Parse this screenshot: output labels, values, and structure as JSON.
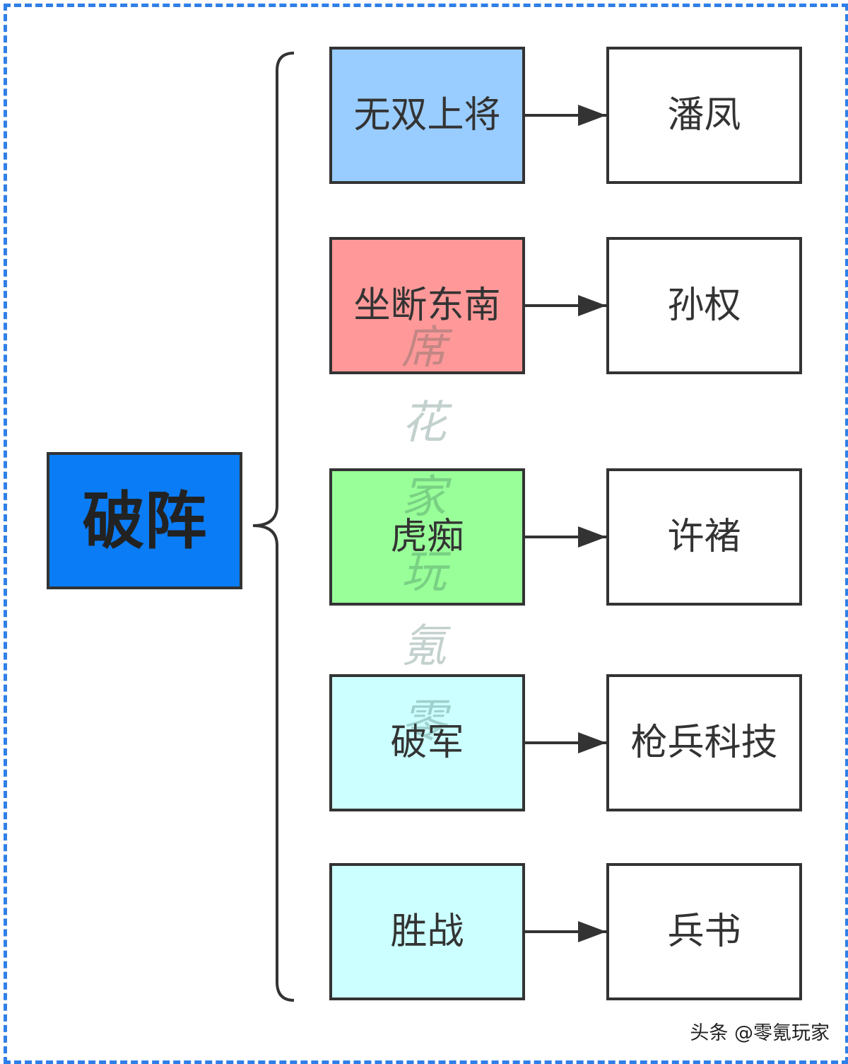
{
  "root": {
    "label": "破阵"
  },
  "branches": [
    {
      "label": "无双上将",
      "target": "潘凤",
      "color": "#99ccff"
    },
    {
      "label": "坐断东南",
      "target": "孙权",
      "color": "#ff9999"
    },
    {
      "label": "虎痴",
      "target": "许褚",
      "color": "#99ff99"
    },
    {
      "label": "破军",
      "target": "枪兵科技",
      "color": "#ccffff"
    },
    {
      "label": "胜战",
      "target": "兵书",
      "color": "#ccffff"
    }
  ],
  "watermark": {
    "chars": [
      "席",
      "花",
      "家",
      "玩",
      "氪",
      "零"
    ]
  },
  "credit": "头条 @零氪玩家",
  "colors": {
    "frame": "#2f7fe8",
    "root_fill": "#0a7cf5",
    "stroke": "#333333"
  }
}
